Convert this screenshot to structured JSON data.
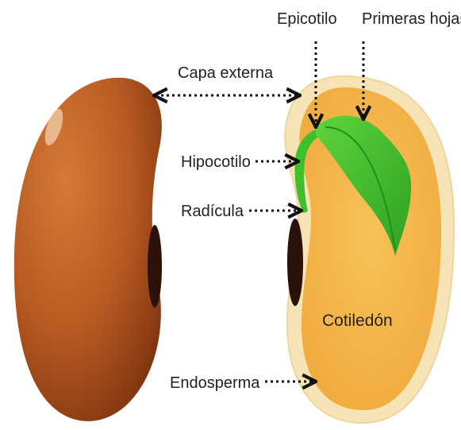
{
  "labels": {
    "epicotyl": "Epicotilo",
    "first_leaves": "Primeras hojas",
    "seed_coat": "Capa externa",
    "hypocotyl": "Hipocotilo",
    "radicle": "Radícula",
    "cotyledon": "Cotiledón",
    "endosperm": "Endosperma"
  },
  "colors": {
    "whole_seed": "#b85a22",
    "whole_seed_dark": "#8a3a12",
    "hilum": "#2a120a",
    "open_seed_coat": "#f6e3b6",
    "cotyledon_fill": "#f6b94a",
    "embryo_green": "#3fbf2c",
    "embryo_dark": "#1f8f1a",
    "text": "#222222",
    "leader_line": "#111111"
  },
  "icons": {
    "whole_seed": "bean-seed-icon",
    "open_seed": "split-bean-seed-icon",
    "embryo": "sprout-icon"
  }
}
